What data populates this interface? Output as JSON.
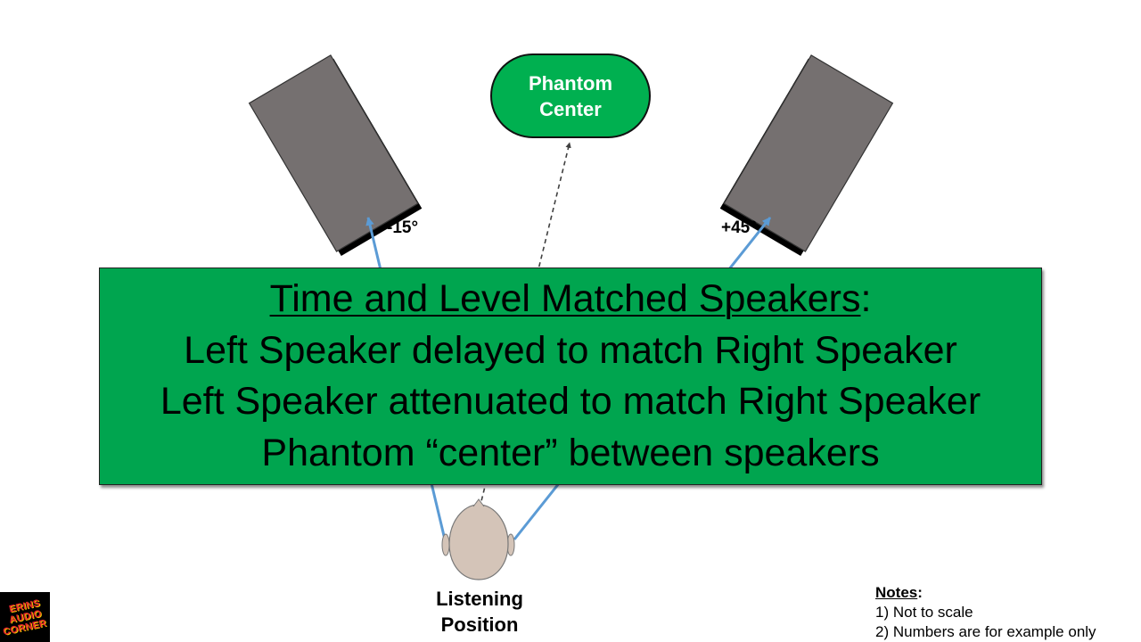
{
  "phantom": {
    "line1": "Phantom",
    "line2": "Center"
  },
  "angles": {
    "left": "-15°",
    "right": "+45°"
  },
  "banner": {
    "heading": "Time and Level Matched Speakers",
    "heading_suffix": ":",
    "line2": "Left Speaker delayed to match Right Speaker",
    "line3": "Left Speaker attenuated to match Right Speaker",
    "line4": "Phantom “center” between speakers"
  },
  "listener": {
    "line1": "Listening",
    "line2": "Position"
  },
  "notes": {
    "title": "Notes",
    "title_suffix": ":",
    "items": [
      "1) Not to scale",
      "2) Numbers are for example only"
    ]
  },
  "logo": {
    "lines": [
      "ERINS",
      "AUDIO",
      "CORNER"
    ]
  },
  "colors": {
    "banner_green": "#00a54f",
    "phantom_green": "#00b050",
    "speaker_gray": "#757070",
    "arrow_blue": "#5b9bd5",
    "head_beige": "#d4c4b8"
  }
}
